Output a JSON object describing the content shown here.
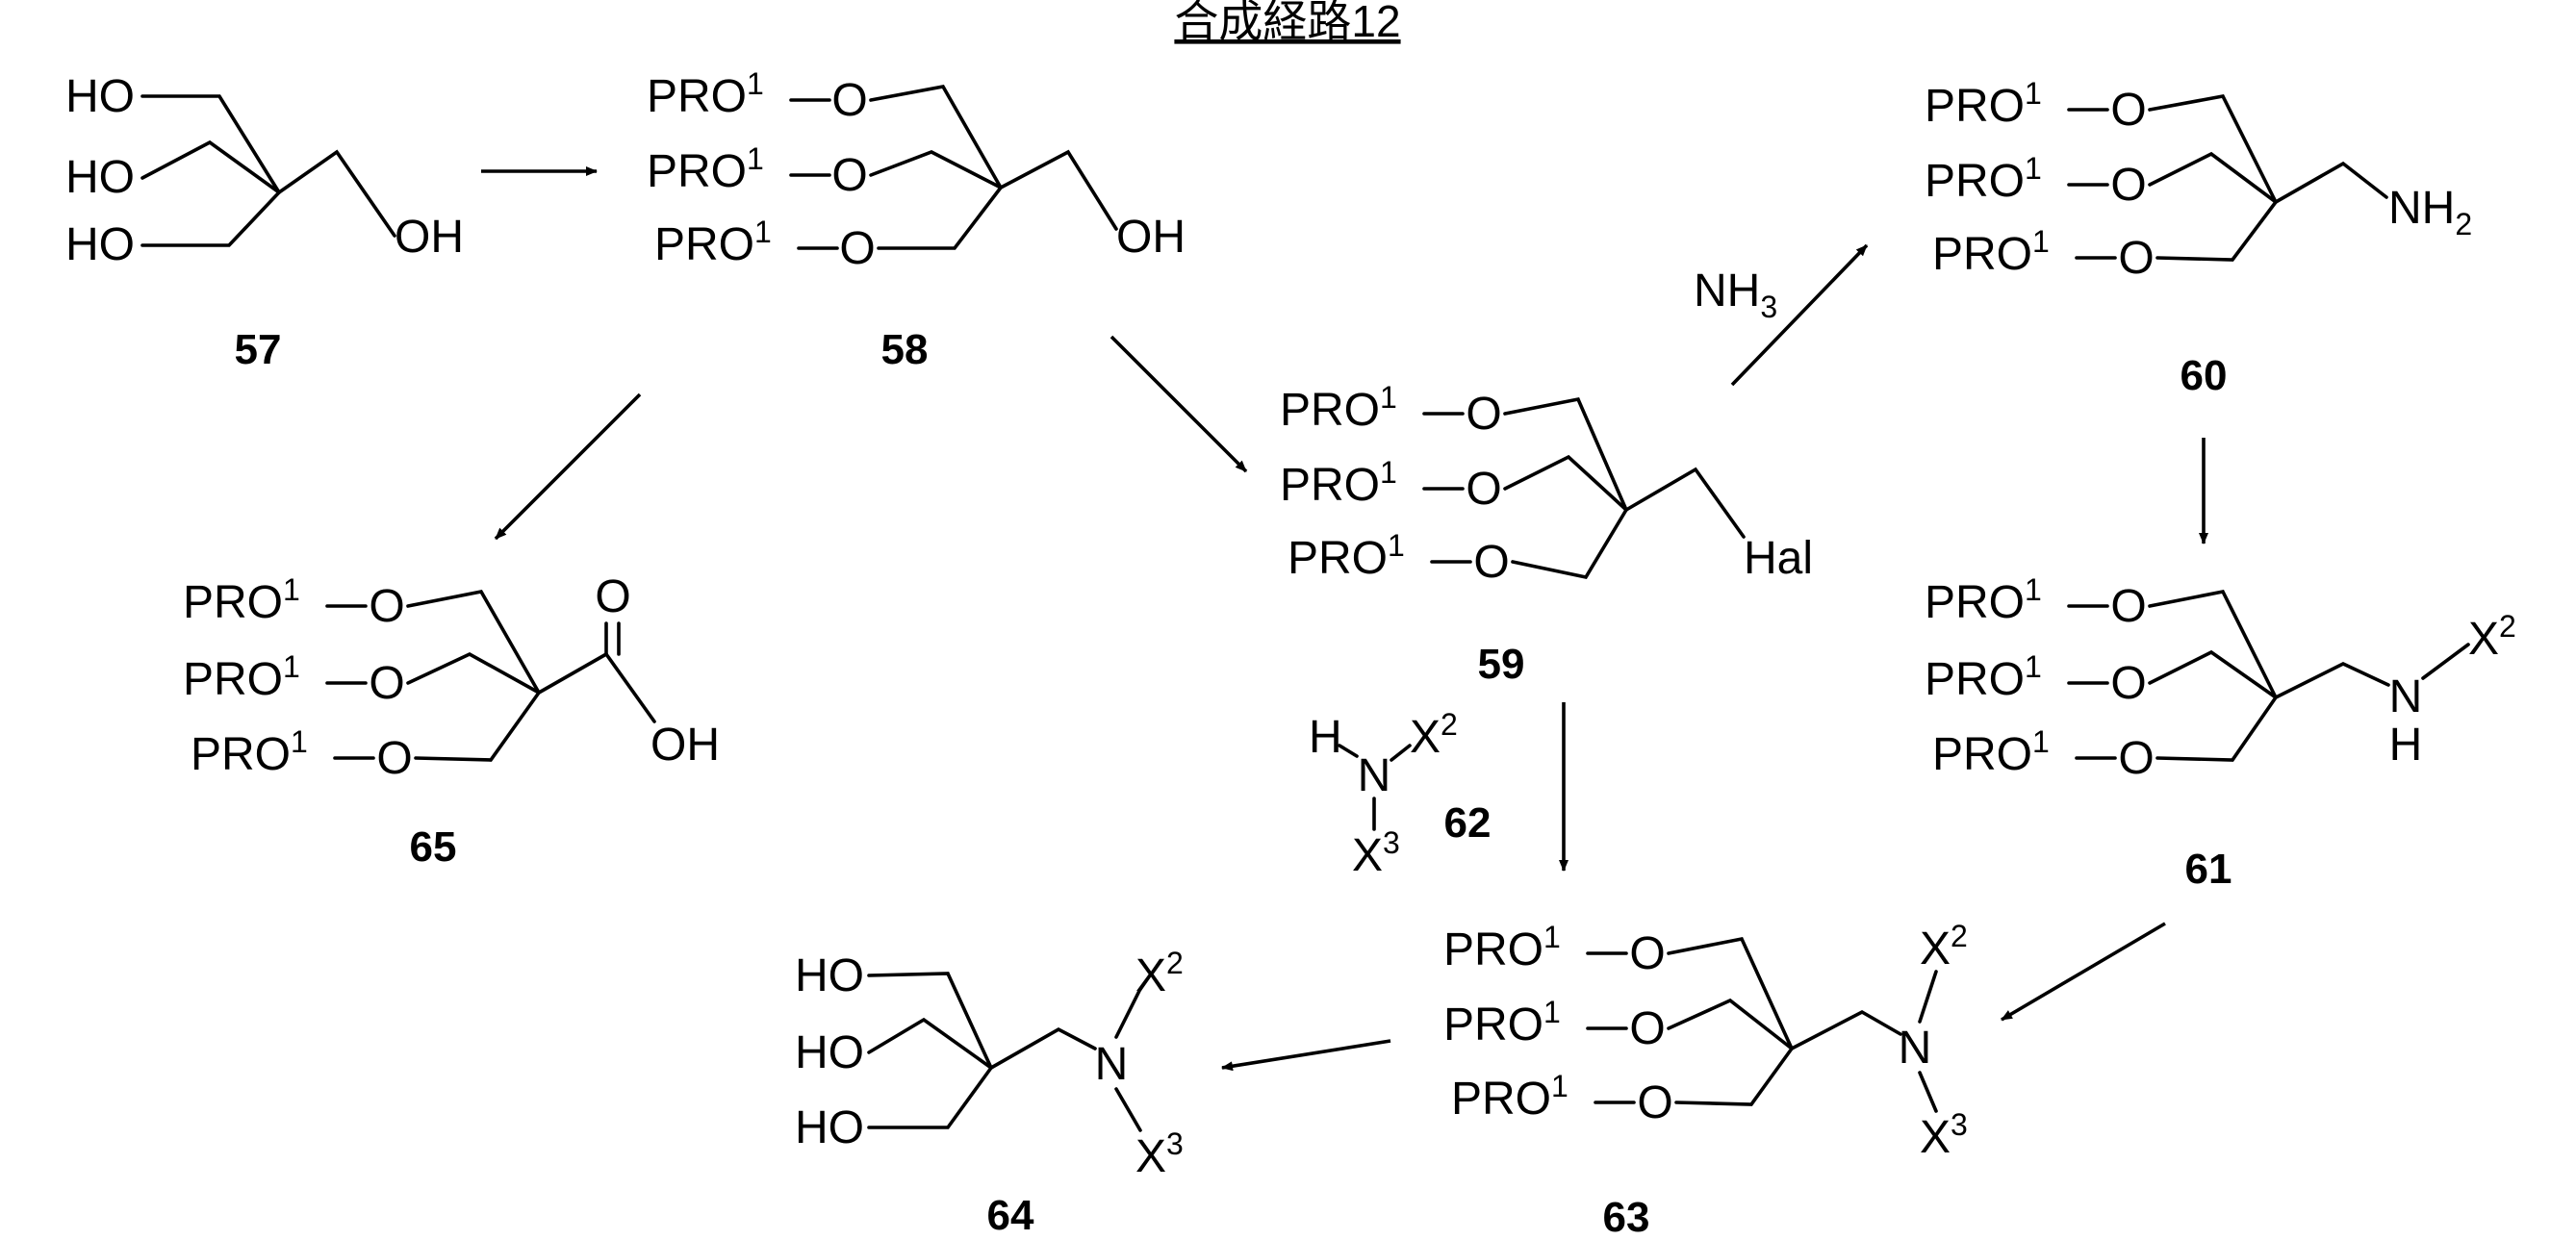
{
  "title": "合成経路12",
  "labels": {
    "hydroxy": "HO",
    "oh": "OH",
    "pro": "PRO",
    "one": "1",
    "oxygen": "O",
    "nh": "NH",
    "two": "2",
    "three": "3",
    "n": "N",
    "h": "H",
    "x": "X",
    "hal": "Hal"
  },
  "reagents": {
    "ammonia": "NH",
    "ammonia_sub": "3"
  },
  "compounds": {
    "c57": "57",
    "c58": "58",
    "c59": "59",
    "c60": "60",
    "c61": "61",
    "c62": "62",
    "c63": "63",
    "c64": "64",
    "c65": "65"
  }
}
